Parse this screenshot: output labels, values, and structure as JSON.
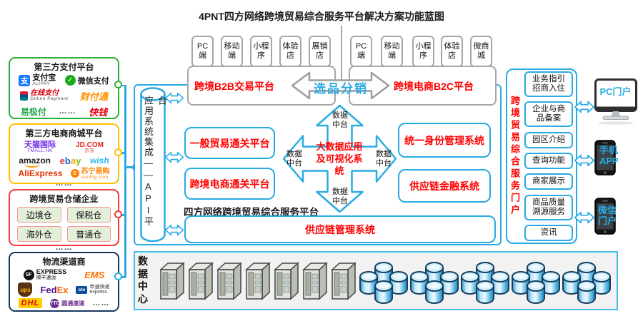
{
  "title": "4PNT四方网络跨境贸易综合服务平台解决方案功能蓝图",
  "left_panels": {
    "payment": {
      "title": "第三方支付平台",
      "alipay": {
        "icon": "支",
        "name": "支付宝",
        "sub": "ALIPAY"
      },
      "wechat": {
        "icon": "✓",
        "name": "微信支付"
      },
      "unionpay": {
        "name": "在线支付",
        "sub": "Online Payment"
      },
      "tenpay": {
        "name": "财付通"
      },
      "yijifu": {
        "name": "易极付"
      },
      "kuaiqian": {
        "name": "快钱"
      },
      "dots": "……"
    },
    "ecommerce": {
      "title": "第三方电商商城平台",
      "tmall": {
        "name": "天猫国际",
        "sub": "TMALL.HK"
      },
      "jd": {
        "name": "JD.COM",
        "sub": "京东"
      },
      "amazon": {
        "name": "amazon"
      },
      "ebay": {
        "l1": "e",
        "l2": "b",
        "l3": "a",
        "l4": "y"
      },
      "wish": {
        "name": "wish"
      },
      "aliexpress": {
        "name": "AliExpress"
      },
      "suning": {
        "name": "苏宁易购",
        "sub": "suning.com"
      },
      "dots": "……"
    },
    "warehouse": {
      "title": "跨境贸易仓储企业",
      "items": [
        "边境仓",
        "保税仓",
        "海外仓",
        "普通仓"
      ],
      "dots": "……"
    },
    "logistics": {
      "title": "物流渠道商",
      "sf": {
        "icon": "SF",
        "name": "EXPRESS",
        "sub": "顺丰速运"
      },
      "ems": {
        "name": "EMS"
      },
      "ups": {
        "name": "ups"
      },
      "fedex": {
        "p1": "Fed",
        "p2": "Ex"
      },
      "sto": {
        "icon": "sto",
        "name": "申通快递",
        "sub": "express"
      },
      "dhl": {
        "name": "DHL"
      },
      "yto": {
        "icon": "YTO",
        "name": "圆通速递"
      },
      "dots": "……"
    }
  },
  "api_platform": {
    "label": "应用系统集成——API平台"
  },
  "top": {
    "b2b_tabs": [
      "PC端",
      "移动端",
      "小程序",
      "体验店",
      "展销店"
    ],
    "b2c_tabs": [
      "PC端",
      "移动端",
      "小程序",
      "体验店",
      "微商城"
    ],
    "b2b_label": "跨境B2B交易平台",
    "b2c_label": "跨境电商B2C平台",
    "arrow_label": "选品分销"
  },
  "center": {
    "hub_lines": [
      "大数据应用",
      "及可视化系",
      "统"
    ],
    "spoke": {
      "line1": "数据",
      "line2": "中台"
    },
    "left_systems": [
      "一般贸易通关平台",
      "跨境电商通关平台"
    ],
    "right_systems": [
      "统一身份管理系统",
      "供应链金融系统"
    ],
    "platform_label": "四方网络跨境贸易综合服务平台",
    "bottom_system": "供应链管理系统"
  },
  "portal": {
    "title": "跨境贸易综合服务门户",
    "items": [
      "业务指引招商入住",
      "企业与商品备案",
      "园区介绍",
      "查询功能",
      "商家展示",
      "商品质量溯源服务",
      "资讯"
    ]
  },
  "devices": {
    "pc_label": "PC门户",
    "app_label": "手机APP",
    "wechat_label": "微信门户"
  },
  "datacenter": {
    "label": "数据中心"
  },
  "colors": {
    "accent_cyan": "#29abe2",
    "label_red": "#ff0000",
    "frame_grey": "#a6a6a6",
    "payment_green": "#2db135",
    "mall_orange": "#ffc000",
    "warehouse_red": "#f23b3b",
    "logistics_navy": "#17375e"
  }
}
